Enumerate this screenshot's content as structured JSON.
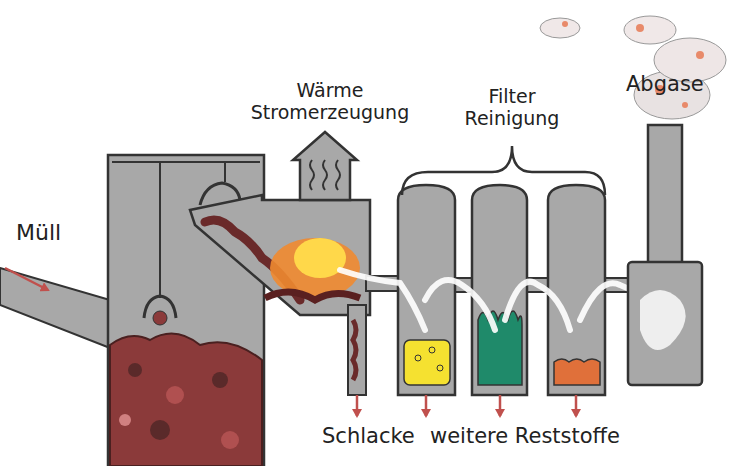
{
  "diagram": {
    "labels": [
      "Müll",
      "Wärme Stromerzeugung",
      "Filter Reinigung",
      "Abgase",
      "Schlacke",
      "weitere Reststoffe"
    ]
  }
}
